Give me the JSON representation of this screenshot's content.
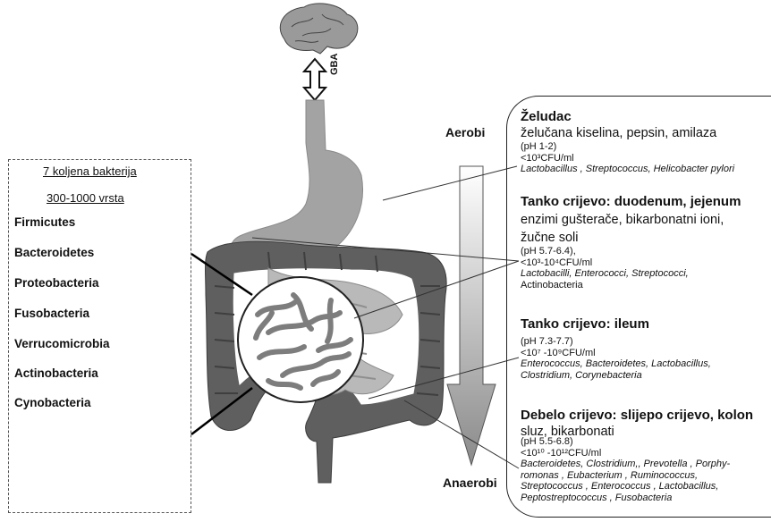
{
  "gba_label": "GBA",
  "phyla": {
    "header1": "7 koljena bakterija",
    "header2": "300-1000  vrsta",
    "items": [
      "Firmicutes",
      "Bacteroidetes",
      "Proteobacteria",
      "Fusobacteria",
      "Verrucomicrobia",
      "Actinobacteria",
      "Cynobacteria"
    ]
  },
  "gradient": {
    "top_label": "Aerobi",
    "bottom_label": "Anaerobi"
  },
  "sections": {
    "zeludac": {
      "title": "Želudac",
      "text": "želučana kiselina, pepsin, amilaza",
      "ph": "(pH 1-2)",
      "cfu": "<10³CFU/ml",
      "bacteria": "Lactobacillus , Streptococcus, Helicobacter pylori"
    },
    "tanko1": {
      "title": "Tanko crijevo: duodenum, jejenum",
      "text1": "enzimi gušterače, bikarbonatni ioni,",
      "text2": "žučne soli",
      "ph": "(pH 5.7-6.4),",
      "cfu": "<10³-10⁴CFU/ml",
      "bacteria1": "Lactobacilli, Enterococci, Streptococci,",
      "bacteria2": "Actinobacteria"
    },
    "ileum": {
      "title": "Tanko crijevo: ileum",
      "ph": "(pH 7.3-7.7)",
      "cfu": "<10⁷ -10⁹CFU/ml",
      "bacteria1": "Enterococcus, Bacteroidetes, Lactobacillus,",
      "bacteria2": "Clostridium, Corynebacteria"
    },
    "debelo": {
      "title": "Debelo crijevo: slijepo crijevo, kolon",
      "text": "sluz, bikarbonati",
      "ph": "(pH 5.5-6.8)",
      "cfu": "<10¹⁰ -10¹²CFU/ml",
      "bacteria1": "Bacteroidetes, Clostridium,, Prevotella , Porphy-",
      "bacteria2": "romonas , Eubacterium , Ruminococcus,",
      "bacteria3": "Streptococcus , Enterococcus , Lactobacillus,",
      "bacteria4": "Peptostreptococcus , Fusobacteria"
    }
  }
}
